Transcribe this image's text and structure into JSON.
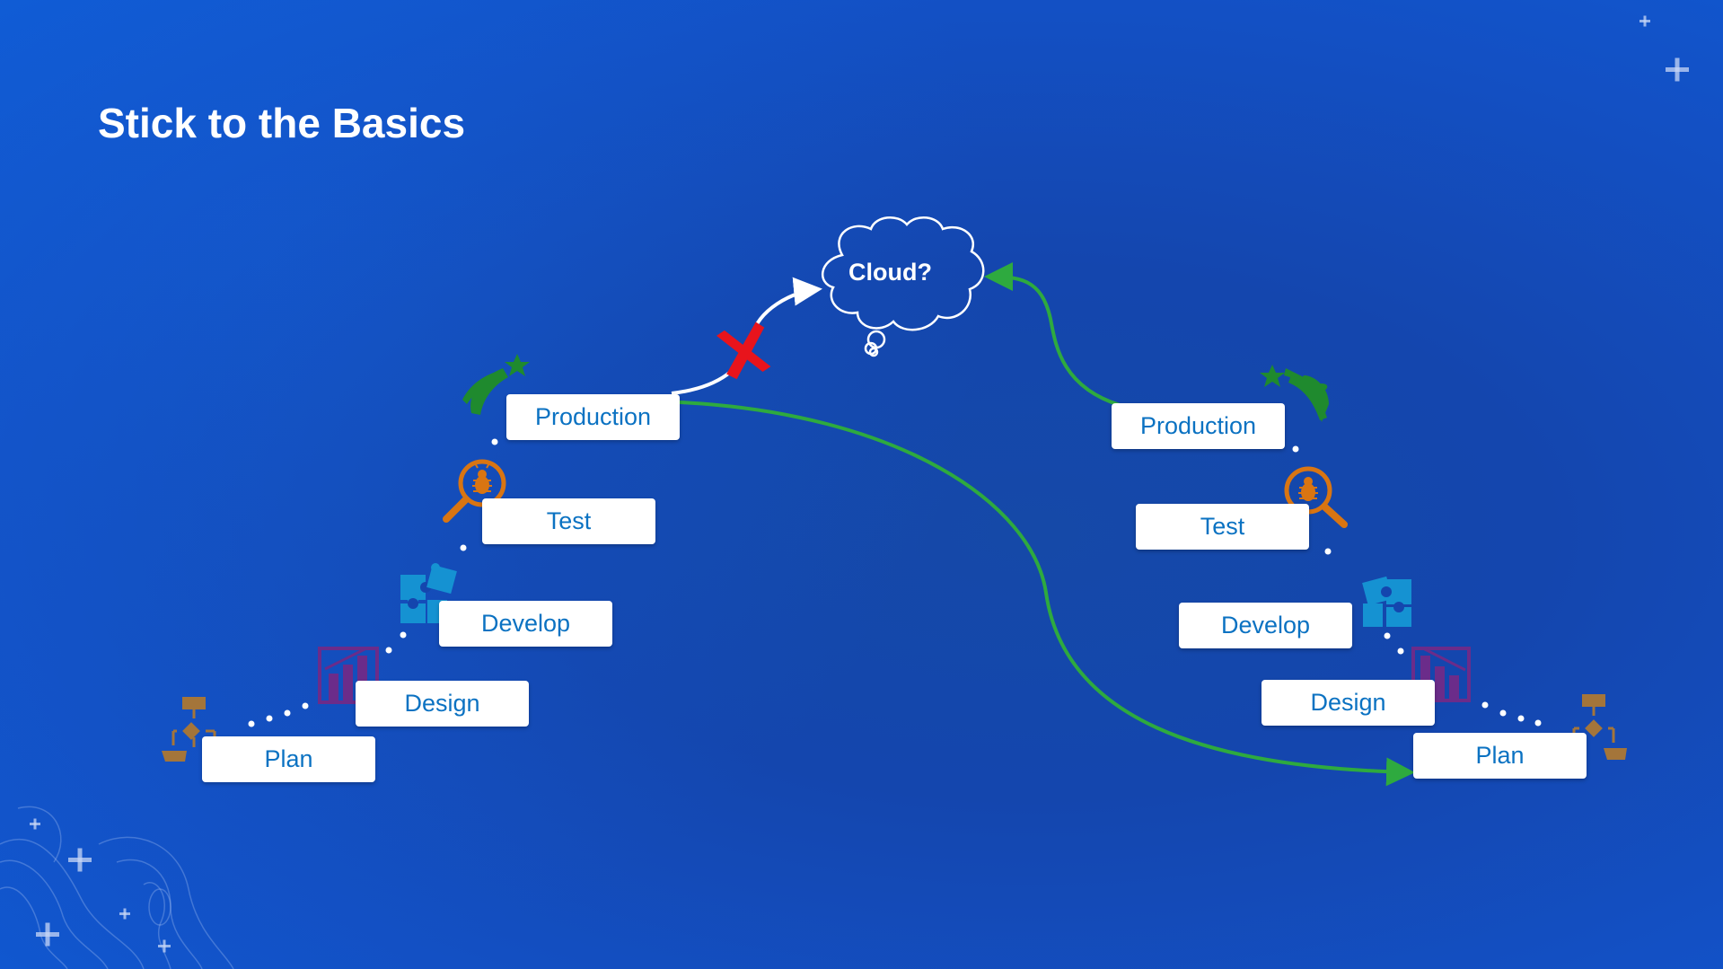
{
  "slide": {
    "title": "Stick to the Basics"
  },
  "cloud": {
    "label": "Cloud?"
  },
  "left_flow": {
    "steps": [
      "Plan",
      "Design",
      "Develop",
      "Test",
      "Production"
    ]
  },
  "right_flow": {
    "steps": [
      "Plan",
      "Design",
      "Develop",
      "Test",
      "Production"
    ]
  },
  "colors": {
    "background": "#1446ae",
    "step_text": "#0b72c2",
    "arrow_green": "#2eaa3f",
    "blocked_mark": "#e8141c",
    "plan_icon": "#a4753a",
    "design_icon": "#6b2c8a",
    "develop_icon": "#1592d2",
    "test_icon": "#d97512",
    "production_icon": "#1f8a2e"
  },
  "icons": [
    "flowchart-icon",
    "chart-icon",
    "puzzle-icon",
    "bug-search-icon",
    "shooting-star-icon",
    "blocked-x-icon"
  ]
}
